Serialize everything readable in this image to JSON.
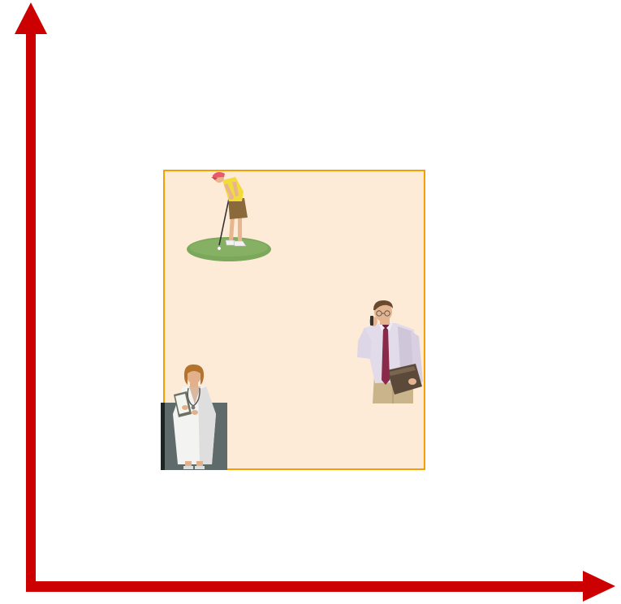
{
  "diagram": {
    "colors": {
      "axis": "#cc0000",
      "box_fill": "#fdebd8",
      "box_border": "#f5a000",
      "backdrop": "#5f6b6b"
    },
    "axes": {
      "x_arrow": "right",
      "y_arrow": "up"
    },
    "figures": [
      {
        "icon": "golfer-icon",
        "region": "top-left"
      },
      {
        "icon": "businessman-phone-icon",
        "region": "right"
      },
      {
        "icon": "doctor-icon",
        "region": "bottom-left"
      }
    ]
  }
}
